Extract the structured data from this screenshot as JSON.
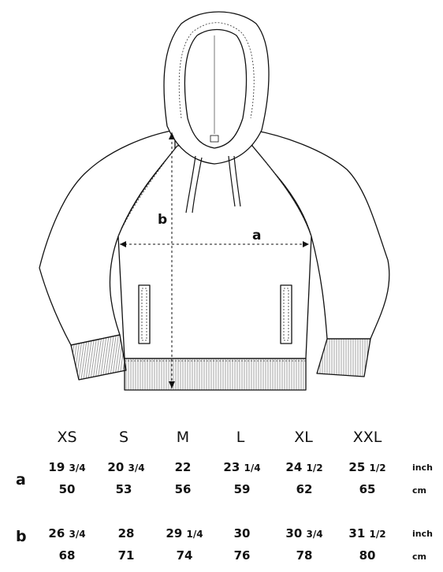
{
  "diagram": {
    "label_a": "a",
    "label_b": "b"
  },
  "table": {
    "sizes": [
      "XS",
      "S",
      "M",
      "L",
      "XL",
      "XXL"
    ],
    "rows": [
      {
        "label": "a",
        "inch": [
          {
            "whole": "19",
            "frac": "3/4"
          },
          {
            "whole": "20",
            "frac": "3/4"
          },
          {
            "whole": "22",
            "frac": ""
          },
          {
            "whole": "23",
            "frac": "1/4"
          },
          {
            "whole": "24",
            "frac": "1/2"
          },
          {
            "whole": "25",
            "frac": "1/2"
          }
        ],
        "cm": [
          "50",
          "53",
          "56",
          "59",
          "62",
          "65"
        ],
        "unit_inch": "inch",
        "unit_cm": "cm"
      },
      {
        "label": "b",
        "inch": [
          {
            "whole": "26",
            "frac": "3/4"
          },
          {
            "whole": "28",
            "frac": ""
          },
          {
            "whole": "29",
            "frac": "1/4"
          },
          {
            "whole": "30",
            "frac": ""
          },
          {
            "whole": "30",
            "frac": "3/4"
          },
          {
            "whole": "31",
            "frac": "1/2"
          }
        ],
        "cm": [
          "68",
          "71",
          "74",
          "76",
          "78",
          "80"
        ],
        "unit_inch": "inch",
        "unit_cm": "cm"
      }
    ]
  }
}
